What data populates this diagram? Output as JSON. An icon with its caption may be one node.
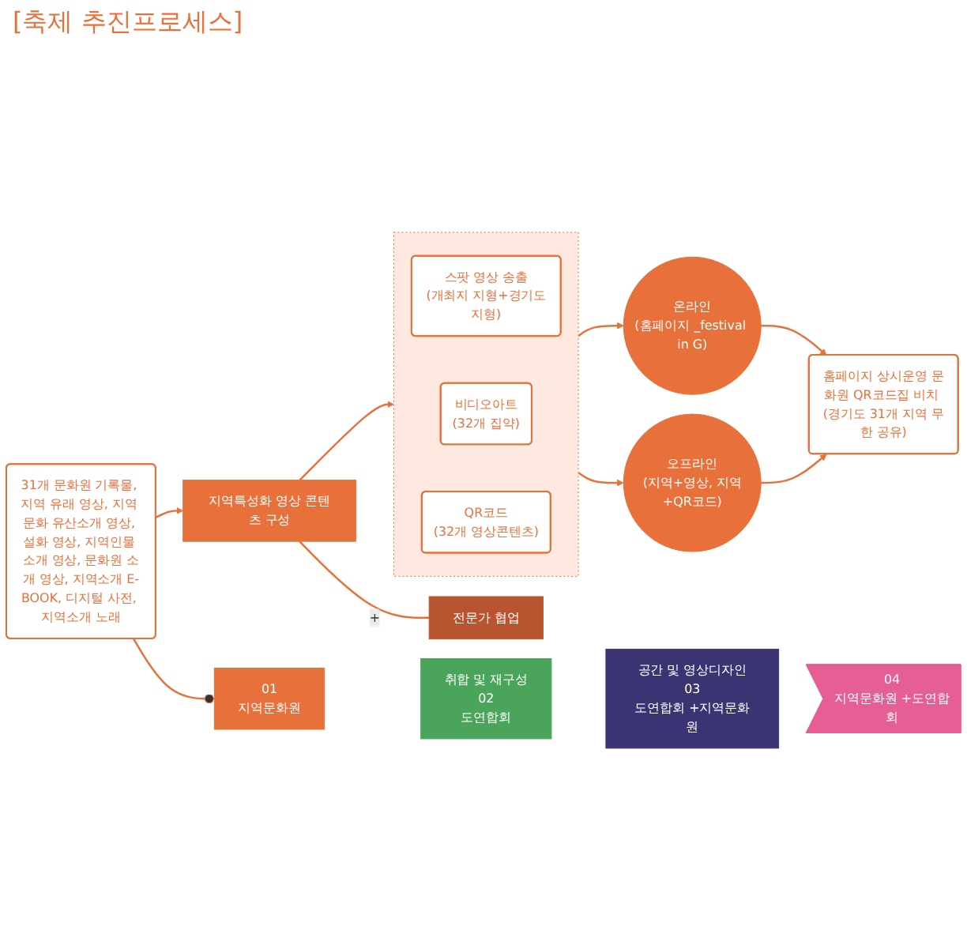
{
  "diagram": {
    "title": "[축제 추진프로세스]",
    "nodes": [
      {
        "text": [
          "31개 문화원 기록물, 지역 유래 영상, 지역 문화 유산소개 영상, 설화 영상, 지역인물 소개 영상, 문화원 소개 영상, 지역소개 E-BOOK, 디지털 사전, 지역소개 노래"
        ]
      },
      {
        "text": [
          "지역특성화 영상 콘텐츠 구성"
        ]
      },
      {
        "text": [
          "전문가 협업"
        ]
      },
      {
        "text": [],
        "shape": "box"
      },
      {
        "text": [
          "스팟 영상 송출",
          "(개최지 지형+경기도지형)"
        ],
        "in": 3
      },
      {
        "text": [
          "비디오아트",
          "(32개 집약)"
        ],
        "in": 3
      },
      {
        "text": [
          "QR코드",
          "(32개 영상콘텐츠)"
        ],
        "in": 3
      },
      {
        "text": [
          "온라인",
          "(홈페이지 _festival in G)"
        ]
      },
      {
        "text": [
          "오프라인",
          "(지역+영상, 지역+QR코드)"
        ]
      },
      {
        "text": [
          "홈페이지 상시운영 문화원 QR코드집 비치 (경기도 31개 지역 무한 공유)"
        ]
      },
      {
        "text": [
          "01",
          "지역문화원"
        ]
      },
      {
        "text": [
          "취합 및 재구성",
          "02",
          "도연합회"
        ]
      },
      {
        "text": [
          "공간 및 영상디자인",
          "03",
          "도연합회 +지역문화원"
        ]
      },
      {
        "text": [
          "04",
          "지역문화원 +도연합회"
        ]
      }
    ],
    "edges": [
      {
        "from": 0,
        "to": 1,
        "arrow": "to"
      },
      {
        "from": 1,
        "to": 2,
        "arrow": "none",
        "label": "+"
      },
      {
        "from": 1,
        "to": 3,
        "arrow": "to"
      },
      {
        "from": 3,
        "to": 7,
        "arrow": "to"
      },
      {
        "from": 3,
        "to": 8,
        "arrow": "to"
      },
      {
        "from": 7,
        "to": 9,
        "arrow": "to"
      },
      {
        "from": 8,
        "to": 9,
        "arrow": "to"
      },
      {
        "from": 0,
        "to": 10,
        "arrow": "other"
      }
    ]
  }
}
